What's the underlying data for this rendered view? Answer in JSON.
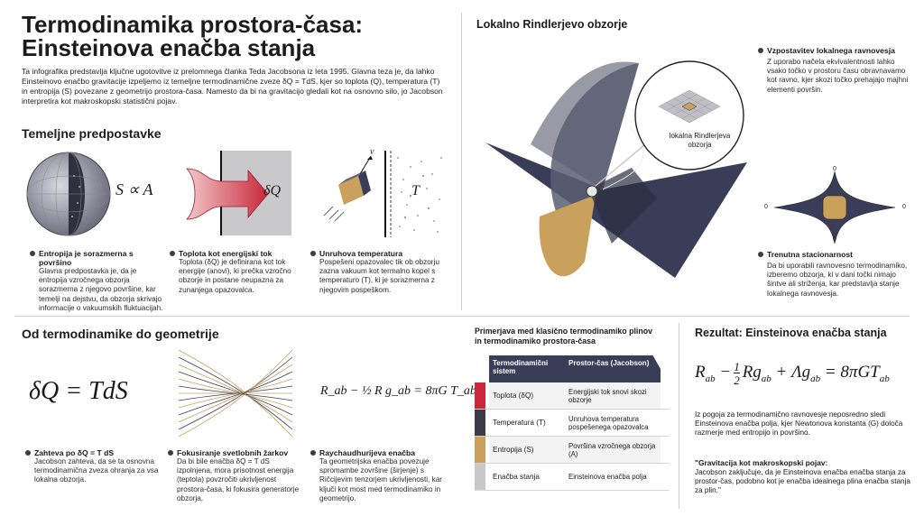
{
  "header": {
    "title_line1": "Termodinamika prostora-časa:",
    "title_line2": "Einsteinova enačba stanja",
    "intro": "Ta infografika predstavlja ključne ugotovitve iz prelomnega članka Teda Jacobsona iz leta 1995. Glavna teza je, da lahko Einsteinovo enačbo gravitacije izpeljemo iz temeljne termodinamične zveze δQ = TdS, kjer so toplota (Q), temperatura (T) in entropija (S) povezane z geometrijo prostora-časa. Namesto da bi na gravitacijo gledali kot na osnovno silo, jo Jacobson interpretira kot makroskopski statistični pojav."
  },
  "premises": {
    "heading": "Temeljne predpostavke",
    "items": [
      {
        "symbol": "S ∝ A",
        "title": "Entropija je sorazmerna s površino",
        "text": "Glavna predpostavka je, da je entropija vzročnega obzorja sorazmerna z njegovo površine, kar temelji na dejstvu, da obzorja skrivajo informacije o vakuumskih fluktuacijah."
      },
      {
        "symbol": "δQ",
        "title": "Toplota kot energijski tok",
        "text": "Toplota (δQ) je definirana kot tok energije (anovi), ki prečka vzročno obzorje in postane neupazna za zunanjega opazovalca."
      },
      {
        "symbol": "T",
        "vector": "v",
        "title": "Unruhova temperatura",
        "text": "Pospešeni opazovalec tik ob obzorju zazna vakuum kot termalno kopel s temperaturo (T), ki je sorazmerna z njegovim pospeškom."
      }
    ]
  },
  "rindler": {
    "heading": "Lokalno Rindlerjevo obzorje",
    "magnifier_label_line1": "lokalna Rindlerjeva",
    "magnifier_label_line2": "obzorja",
    "equilibrium_title": "Vzpostavitev lokalnega ravnovesja",
    "equilibrium_text": "Z uporabo načela ekvivalentnosti lahko vsako točko v prostoru času obravnavamo kot ravno, kjer skozi točko prehajajo majhni elementi površin.",
    "stationary_title": "Trenutna stacionarnost",
    "stationary_text": "Da bi uporabili ravnovesno termodinamiko, izberemo obzorja, ki v dani točki nimajo šintve ali striženja, kar predstavlja stanje lokalnega ravnovesja.",
    "zero_label": "0"
  },
  "geometry": {
    "heading": "Od termodinamike do geometrije",
    "equation_main": "δQ = TdS",
    "raychaudhuri_eq": "R_ab − ½ R g_ab = 8πG T_ab",
    "items": [
      {
        "title": "Zahteva po δQ = T dS",
        "text": "Jacobson zahteva, da se ta osnovna termodinamična zveza ohranja za vsa lokalna obzorja."
      },
      {
        "title": "Fokusiranje svetlobnih žarkov",
        "text": "Da bi bile enačba δQ = T dS izpolnjena, mora prisotnost energija (teptola) povzročiti ukrivljenost prostora-časa, ki fokusira generatorje obzorja."
      },
      {
        "title": "Raychaudhurijeva enačba",
        "text": "Ta geometrijska enačba povezuje spromambe zovršine (širjenje) s Ričcijevim tenzorjem ukrivljenosti, kar ključi kot most med termodinamiko in geometrijo."
      }
    ]
  },
  "comparison": {
    "heading_line1": "Primerjava med klasično termodinamiko plinov",
    "heading_line2": "in termodinamiko prostora-časa",
    "col1": "Termodinamični sistem",
    "col2": "Prostor-čas (Jacobson)",
    "rows": [
      {
        "left": "Toplota (δQ)",
        "right": "Energijski tok snovi skozi obzorje",
        "color": "#c8283a"
      },
      {
        "left": "Temperatura (T)",
        "right": "Unruhova temperatura pospešenega opazovalca",
        "color": "#3a3a48"
      },
      {
        "left": "Entropija (S)",
        "right": "Površina vzročnega obzorja (A)",
        "color": "#c9a15c"
      },
      {
        "left": "Enačba stanja",
        "right": "Einsteinova enačba polja",
        "color": "#c8c8c8"
      }
    ]
  },
  "result": {
    "heading": "Rezultat: Einsteinova enačba stanja",
    "text": "Iz pogoja za termodinamično ravnovesje neposredno sledi Einsteinova enačba polja, kjer Newtonova konstanta (G) določa razmerje med entropijo in površino.",
    "quote_title": "\"Gravitacija kot makroskopski pojav:",
    "quote_text": "Jacobson zaključuje, da je Einsteinova enačba enačba stanja za prostor-čas, podobno kot je enačba idealnega plina enačba stanja za plin.\""
  },
  "colors": {
    "accent_red": "#c8283a",
    "navy": "#3a3d58",
    "gold": "#c9a15c",
    "gray": "#bfbfbf"
  }
}
